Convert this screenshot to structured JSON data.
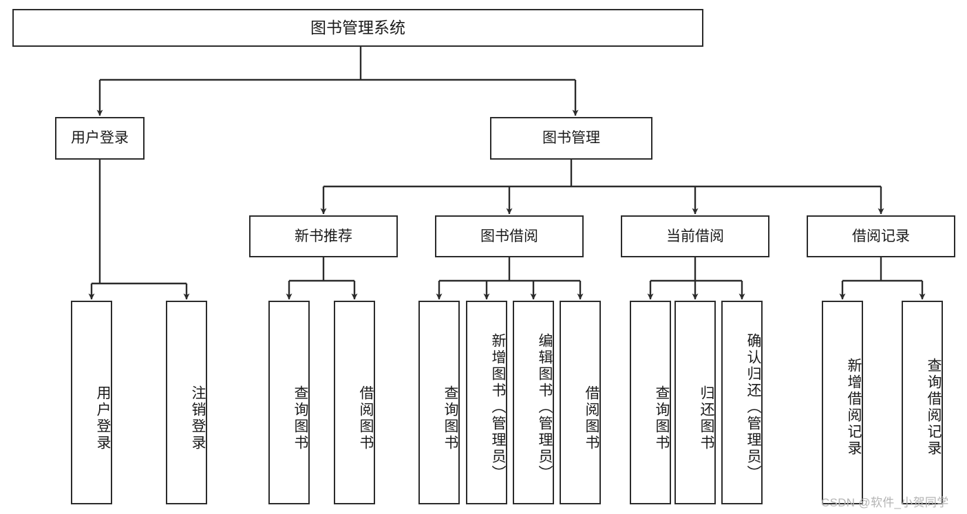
{
  "diagram": {
    "title": "图书管理系统",
    "type": "function-structure-tree",
    "colors": {
      "border": "#2b2b2b",
      "background": "#ffffff",
      "text": "#1a1a1a",
      "watermark": "#b4b4b4"
    },
    "root": {
      "label": "图书管理系统"
    },
    "level1": [
      {
        "label": "用户登录"
      },
      {
        "label": "图书管理"
      }
    ],
    "level2": [
      {
        "label": "新书推荐"
      },
      {
        "label": "图书借阅"
      },
      {
        "label": "当前借阅"
      },
      {
        "label": "借阅记录"
      }
    ],
    "leaves": {
      "user_login": [
        {
          "label": "用户登录"
        },
        {
          "label": "注销登录"
        }
      ],
      "new_book_recommend": [
        {
          "label": "查询图书"
        },
        {
          "label": "借阅图书"
        }
      ],
      "book_borrow": [
        {
          "label": "查询图书"
        },
        {
          "label": "新增图书（管理员）"
        },
        {
          "label": "编辑图书（管理员）"
        },
        {
          "label": "借阅图书"
        }
      ],
      "current_borrow": [
        {
          "label": "查询图书"
        },
        {
          "label": "归还图书"
        },
        {
          "label": "确认归还（管理员）"
        }
      ],
      "borrow_record": [
        {
          "label": "新增借阅记录"
        },
        {
          "label": "查询借阅记录"
        }
      ]
    },
    "watermark": "CSDN @软件_小贺同学"
  }
}
